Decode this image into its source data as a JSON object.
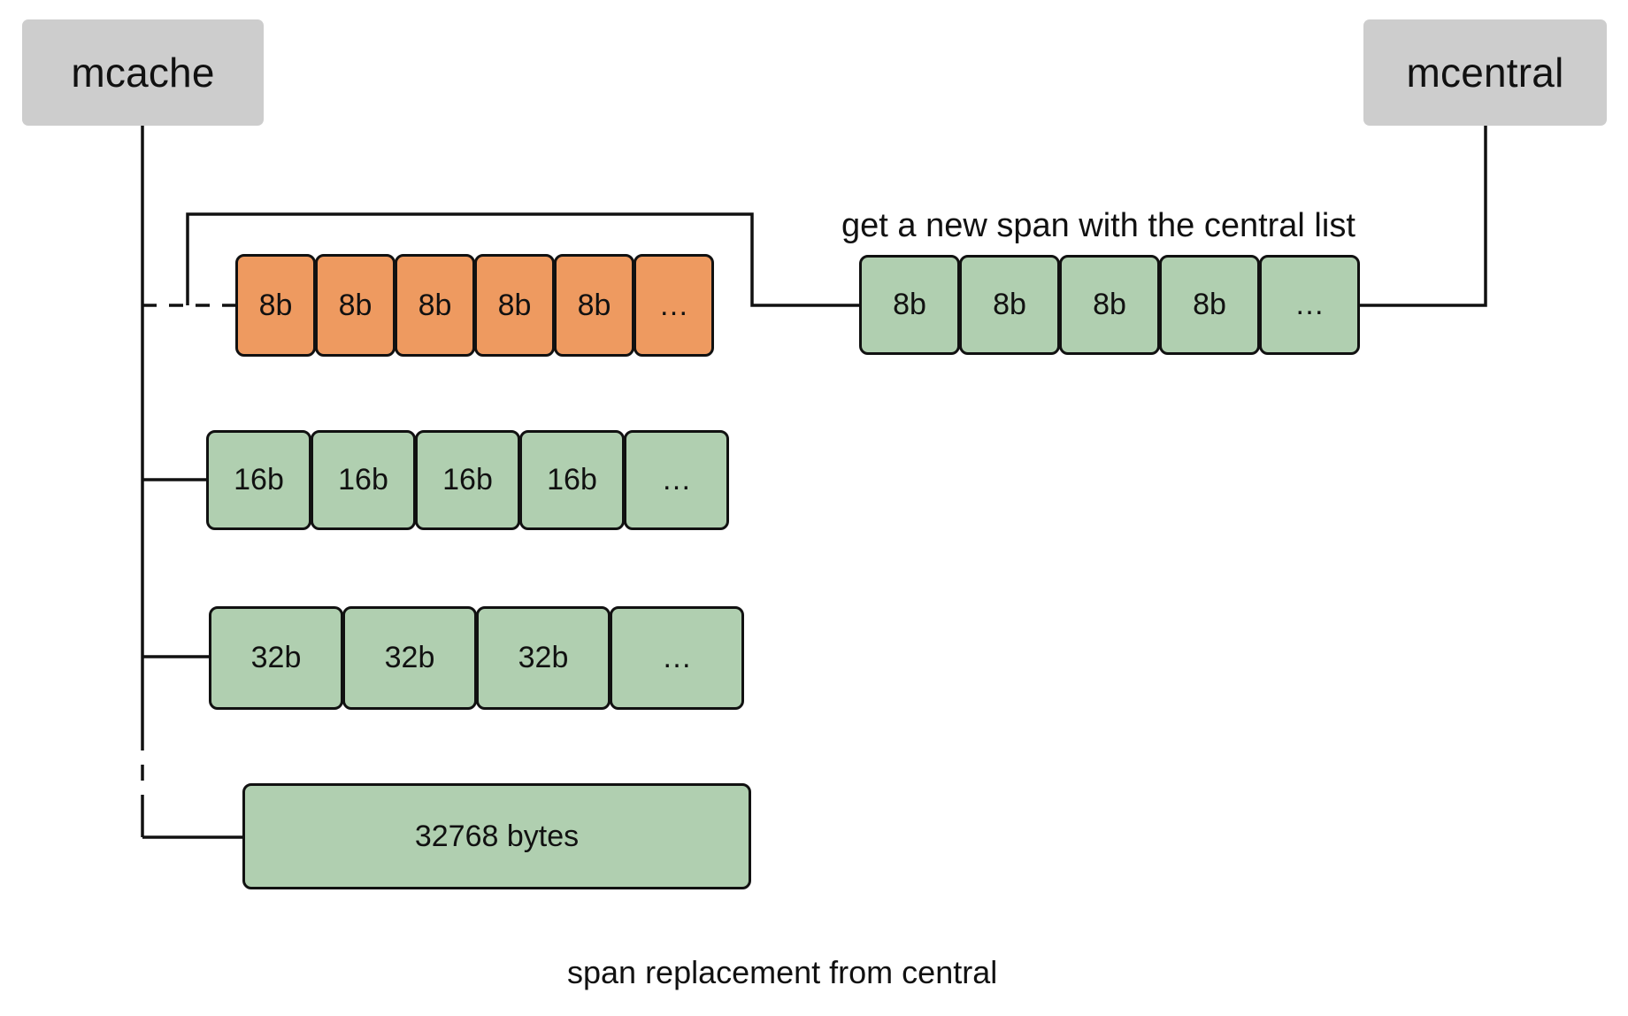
{
  "diagram": {
    "caption": "span replacement from central",
    "annotation": "get a new span with the central list",
    "colors": {
      "node_fill": "#cdcdcd",
      "span_green": "#b0cfb0",
      "span_orange": "#ee9a60",
      "stroke": "#111111",
      "background": "#ffffff"
    },
    "nodes": [
      {
        "id": "mcache",
        "label": "mcache"
      },
      {
        "id": "mcentral",
        "label": "mcentral"
      }
    ],
    "mcache_spans": [
      {
        "id": "class-8b",
        "size_label": "8b",
        "state": "orange",
        "cells": [
          "8b",
          "8b",
          "8b",
          "8b",
          "8b",
          "…"
        ]
      },
      {
        "id": "class-16b",
        "size_label": "16b",
        "state": "green",
        "cells": [
          "16b",
          "16b",
          "16b",
          "16b",
          "…"
        ]
      },
      {
        "id": "class-32b",
        "size_label": "32b",
        "state": "green",
        "cells": [
          "32b",
          "32b",
          "32b",
          "…"
        ]
      }
    ],
    "large_span": {
      "id": "class-32768",
      "label": "32768 bytes",
      "state": "green"
    },
    "central_span": {
      "id": "central-8b",
      "state": "green",
      "cells": [
        "8b",
        "8b",
        "8b",
        "8b",
        "…"
      ]
    }
  }
}
